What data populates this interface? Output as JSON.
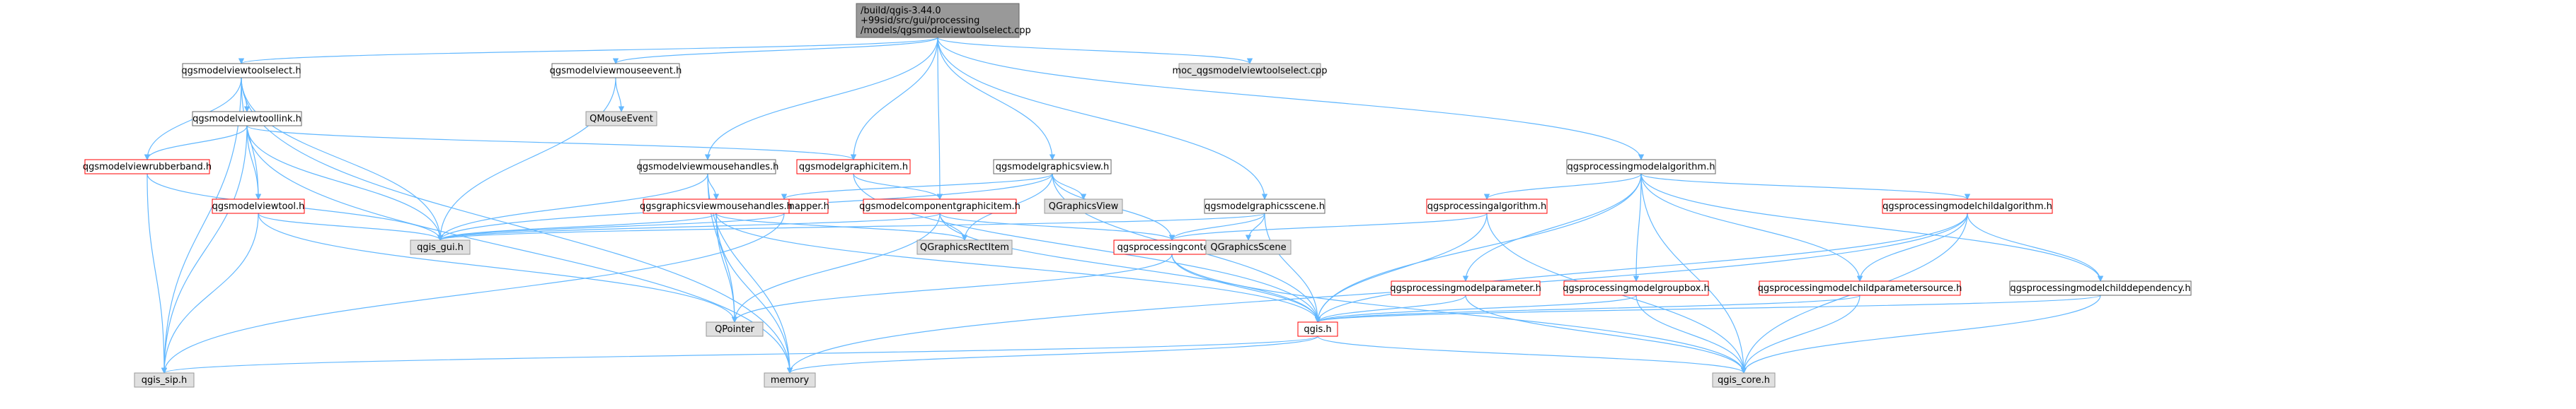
{
  "colors": {
    "focus_fill": "#999999",
    "focus_stroke": "#666666",
    "documented_fill": "#ffffff",
    "documented_stroke": "#666666",
    "truncated_stroke": "#ff0000",
    "external_fill": "#e0e0e0",
    "external_stroke": "#999999",
    "edge": "#63b8ff"
  },
  "nodes": [
    {
      "id": "root",
      "lines": [
        "/build/qgis-3.44.0",
        "+99sid/src/gui/processing",
        "/models/qgsmodelviewtoolselect.cpp"
      ],
      "kind": "focus"
    },
    {
      "id": "toolselect_h",
      "lines": [
        "qgsmodelviewtoolselect.h"
      ],
      "kind": "documented"
    },
    {
      "id": "mouseevent_h",
      "lines": [
        "qgsmodelviewmouseevent.h"
      ],
      "kind": "documented"
    },
    {
      "id": "moc_cpp",
      "lines": [
        "moc_qgsmodelviewtoolselect.cpp"
      ],
      "kind": "external"
    },
    {
      "id": "toollink_h",
      "lines": [
        "qgsmodelviewtoollink.h"
      ],
      "kind": "documented"
    },
    {
      "id": "qmouseevent",
      "lines": [
        "QMouseEvent"
      ],
      "kind": "external"
    },
    {
      "id": "rubberband_h",
      "lines": [
        "qgsmodelviewrubberband.h"
      ],
      "kind": "truncated"
    },
    {
      "id": "mousehandles_h",
      "lines": [
        "qgsmodelviewmousehandles.h"
      ],
      "kind": "documented"
    },
    {
      "id": "graphicitem_h",
      "lines": [
        "qgsmodelgraphicitem.h"
      ],
      "kind": "truncated"
    },
    {
      "id": "graphicsview_h",
      "lines": [
        "qgsmodelgraphicsview.h"
      ],
      "kind": "documented"
    },
    {
      "id": "algorithm_h",
      "lines": [
        "qgsprocessingmodelalgorithm.h"
      ],
      "kind": "documented"
    },
    {
      "id": "viewtool_h",
      "lines": [
        "qgsmodelviewtool.h"
      ],
      "kind": "truncated"
    },
    {
      "id": "snapper_h",
      "lines": [
        "qgsmodelsnapper.h"
      ],
      "kind": "truncated"
    },
    {
      "id": "gvmousehandles_h",
      "lines": [
        "qgsgraphicsviewmousehandles.h"
      ],
      "kind": "truncated"
    },
    {
      "id": "componentitem_h",
      "lines": [
        "qgsmodelcomponentgraphicitem.h"
      ],
      "kind": "truncated"
    },
    {
      "id": "qgraphicsview",
      "lines": [
        "QGraphicsView"
      ],
      "kind": "external"
    },
    {
      "id": "graphicsscene_h",
      "lines": [
        "qgsmodelgraphicsscene.h"
      ],
      "kind": "documented"
    },
    {
      "id": "procalgorithm_h",
      "lines": [
        "qgsprocessingalgorithm.h"
      ],
      "kind": "truncated"
    },
    {
      "id": "childalgorithm_h",
      "lines": [
        "qgsprocessingmodelchildalgorithm.h"
      ],
      "kind": "truncated"
    },
    {
      "id": "qgis_gui_h",
      "lines": [
        "qgis_gui.h"
      ],
      "kind": "external"
    },
    {
      "id": "qgraphicsrectitem",
      "lines": [
        "QGraphicsRectItem"
      ],
      "kind": "external"
    },
    {
      "id": "context_h",
      "lines": [
        "qgsprocessingcontext.h"
      ],
      "kind": "truncated"
    },
    {
      "id": "qgraphicsscene",
      "lines": [
        "QGraphicsScene"
      ],
      "kind": "external"
    },
    {
      "id": "modelparam_h",
      "lines": [
        "qgsprocessingmodelparameter.h"
      ],
      "kind": "truncated"
    },
    {
      "id": "groupbox_h",
      "lines": [
        "qgsprocessingmodelgroupbox.h"
      ],
      "kind": "truncated"
    },
    {
      "id": "paramsource_h",
      "lines": [
        "qgsprocessingmodelchildparametersource.h"
      ],
      "kind": "truncated"
    },
    {
      "id": "dependency_h",
      "lines": [
        "qgsprocessingmodelchilddependency.h"
      ],
      "kind": "documented"
    },
    {
      "id": "qpointer",
      "lines": [
        "QPointer"
      ],
      "kind": "external"
    },
    {
      "id": "qgis_h",
      "lines": [
        "qgis.h"
      ],
      "kind": "truncated"
    },
    {
      "id": "qgis_sip_h",
      "lines": [
        "qgis_sip.h"
      ],
      "kind": "external"
    },
    {
      "id": "memory",
      "lines": [
        "memory"
      ],
      "kind": "external"
    },
    {
      "id": "qgis_core_h",
      "lines": [
        "qgis_core.h"
      ],
      "kind": "external"
    }
  ],
  "edges": [
    [
      "root",
      "toolselect_h"
    ],
    [
      "root",
      "mouseevent_h"
    ],
    [
      "root",
      "moc_cpp"
    ],
    [
      "root",
      "mousehandles_h"
    ],
    [
      "root",
      "graphicitem_h"
    ],
    [
      "root",
      "graphicsview_h"
    ],
    [
      "root",
      "componentitem_h"
    ],
    [
      "root",
      "graphicsscene_h"
    ],
    [
      "root",
      "algorithm_h"
    ],
    [
      "toolselect_h",
      "toollink_h"
    ],
    [
      "toolselect_h",
      "rubberband_h"
    ],
    [
      "toolselect_h",
      "viewtool_h"
    ],
    [
      "toolselect_h",
      "qgis_gui_h"
    ],
    [
      "toolselect_h",
      "qgis_sip_h"
    ],
    [
      "toolselect_h",
      "memory"
    ],
    [
      "mouseevent_h",
      "qmouseevent"
    ],
    [
      "mouseevent_h",
      "qgis_gui_h"
    ],
    [
      "toollink_h",
      "rubberband_h"
    ],
    [
      "toollink_h",
      "viewtool_h"
    ],
    [
      "toollink_h",
      "graphicitem_h"
    ],
    [
      "toollink_h",
      "qgis_gui_h"
    ],
    [
      "toollink_h",
      "qgis_sip_h"
    ],
    [
      "toollink_h",
      "memory"
    ],
    [
      "rubberband_h",
      "qgis_gui_h"
    ],
    [
      "rubberband_h",
      "qgis_sip_h"
    ],
    [
      "viewtool_h",
      "qgis_gui_h"
    ],
    [
      "viewtool_h",
      "qgis_sip_h"
    ],
    [
      "viewtool_h",
      "qpointer"
    ],
    [
      "mousehandles_h",
      "gvmousehandles_h"
    ],
    [
      "mousehandles_h",
      "qgis_gui_h"
    ],
    [
      "mousehandles_h",
      "qpointer"
    ],
    [
      "mousehandles_h",
      "memory"
    ],
    [
      "gvmousehandles_h",
      "qgis_gui_h"
    ],
    [
      "gvmousehandles_h",
      "qgraphicsrectitem"
    ],
    [
      "gvmousehandles_h",
      "qpointer"
    ],
    [
      "gvmousehandles_h",
      "memory"
    ],
    [
      "gvmousehandles_h",
      "qgis_h"
    ],
    [
      "graphicitem_h",
      "componentitem_h"
    ],
    [
      "graphicitem_h",
      "qgis_h"
    ],
    [
      "componentitem_h",
      "qgis_gui_h"
    ],
    [
      "componentitem_h",
      "qgraphicsrectitem"
    ],
    [
      "componentitem_h",
      "context_h"
    ],
    [
      "componentitem_h",
      "qpointer"
    ],
    [
      "componentitem_h",
      "qgis_h"
    ],
    [
      "graphicsview_h",
      "snapper_h"
    ],
    [
      "graphicsview_h",
      "qgraphicsview"
    ],
    [
      "graphicsview_h",
      "qgis_gui_h"
    ],
    [
      "graphicsview_h",
      "context_h"
    ],
    [
      "graphicsview_h",
      "qgraphicsrectitem"
    ],
    [
      "graphicsview_h",
      "qgis_h"
    ],
    [
      "snapper_h",
      "qgis_gui_h"
    ],
    [
      "snapper_h",
      "qgis_sip_h"
    ],
    [
      "graphicsscene_h",
      "qgraphicsscene"
    ],
    [
      "graphicsscene_h",
      "context_h"
    ],
    [
      "graphicsscene_h",
      "qgis_gui_h"
    ],
    [
      "graphicsscene_h",
      "qgis_h"
    ],
    [
      "context_h",
      "qpointer"
    ],
    [
      "context_h",
      "qgis_h"
    ],
    [
      "context_h",
      "qgis_core_h"
    ],
    [
      "algorithm_h",
      "procalgorithm_h"
    ],
    [
      "algorithm_h",
      "childalgorithm_h"
    ],
    [
      "algorithm_h",
      "modelparam_h"
    ],
    [
      "algorithm_h",
      "groupbox_h"
    ],
    [
      "algorithm_h",
      "paramsource_h"
    ],
    [
      "algorithm_h",
      "dependency_h"
    ],
    [
      "algorithm_h",
      "qgis_h"
    ],
    [
      "algorithm_h",
      "qgis_core_h"
    ],
    [
      "procalgorithm_h",
      "context_h"
    ],
    [
      "procalgorithm_h",
      "qgis_h"
    ],
    [
      "procalgorithm_h",
      "qgis_core_h"
    ],
    [
      "childalgorithm_h",
      "paramsource_h"
    ],
    [
      "childalgorithm_h",
      "dependency_h"
    ],
    [
      "childalgorithm_h",
      "qgis_h"
    ],
    [
      "childalgorithm_h",
      "qgis_core_h"
    ],
    [
      "childalgorithm_h",
      "memory"
    ],
    [
      "modelparam_h",
      "qgis_h"
    ],
    [
      "modelparam_h",
      "qgis_core_h"
    ],
    [
      "groupbox_h",
      "qgis_h"
    ],
    [
      "groupbox_h",
      "qgis_core_h"
    ],
    [
      "paramsource_h",
      "qgis_h"
    ],
    [
      "paramsource_h",
      "qgis_core_h"
    ],
    [
      "dependency_h",
      "qgis_h"
    ],
    [
      "dependency_h",
      "qgis_core_h"
    ],
    [
      "qgis_h",
      "qgis_core_h"
    ],
    [
      "qgis_h",
      "qgis_sip_h"
    ],
    [
      "qgis_h",
      "memory"
    ]
  ]
}
